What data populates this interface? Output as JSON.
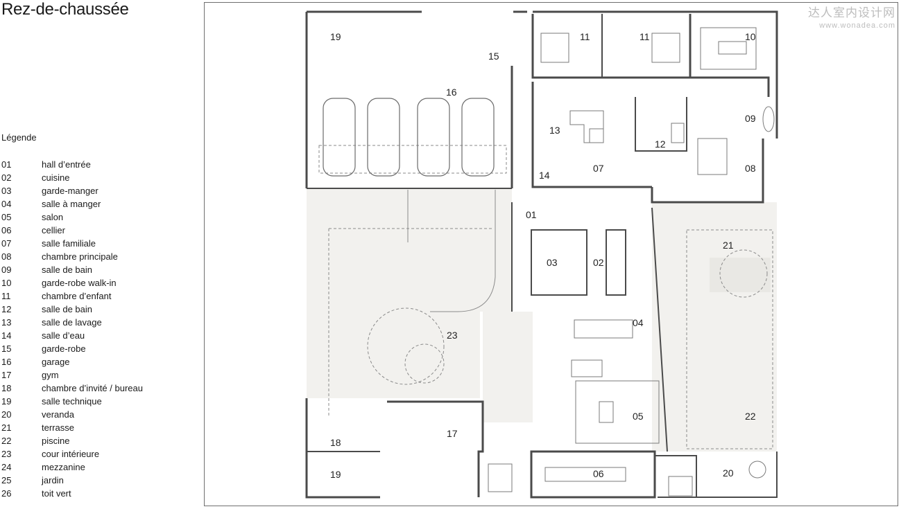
{
  "title": "Rez-de-chaussée",
  "legend_title": "Légende",
  "legend": [
    {
      "num": "01",
      "label": "hall d’entrée"
    },
    {
      "num": "02",
      "label": "cuisine"
    },
    {
      "num": "03",
      "label": "garde-manger"
    },
    {
      "num": "04",
      "label": "salle à manger"
    },
    {
      "num": "05",
      "label": "salon"
    },
    {
      "num": "06",
      "label": "cellier"
    },
    {
      "num": "07",
      "label": "salle familiale"
    },
    {
      "num": "08",
      "label": "chambre principale"
    },
    {
      "num": "09",
      "label": "salle de bain"
    },
    {
      "num": "10",
      "label": "garde-robe walk-in"
    },
    {
      "num": "11",
      "label": "chambre d’enfant"
    },
    {
      "num": "12",
      "label": "salle de bain"
    },
    {
      "num": "13",
      "label": "salle de lavage"
    },
    {
      "num": "14",
      "label": "salle d’eau"
    },
    {
      "num": "15",
      "label": "garde-robe"
    },
    {
      "num": "16",
      "label": "garage"
    },
    {
      "num": "17",
      "label": "gym"
    },
    {
      "num": "18",
      "label": "chambre d’invité / bureau"
    },
    {
      "num": "19",
      "label": "salle technique"
    },
    {
      "num": "20",
      "label": "veranda"
    },
    {
      "num": "21",
      "label": "terrasse"
    },
    {
      "num": "22",
      "label": "piscine"
    },
    {
      "num": "23",
      "label": "cour intérieure"
    },
    {
      "num": "24",
      "label": "mezzanine"
    },
    {
      "num": "25",
      "label": "jardin"
    },
    {
      "num": "26",
      "label": "toit vert"
    }
  ],
  "watermark": {
    "cn": "达人室内设计网",
    "url": "www.wonadea.com"
  },
  "plan_labels": {
    "r19a": "19",
    "r19b": "19",
    "r15": "15",
    "r16": "16",
    "r11a": "11",
    "r11b": "11",
    "r10": "10",
    "r13": "13",
    "r07": "07",
    "r12": "12",
    "r09": "09",
    "r14": "14",
    "r08": "08",
    "r01": "01",
    "r03": "03",
    "r02": "02",
    "r21": "21",
    "r04": "04",
    "r23": "23",
    "r05": "05",
    "r22": "22",
    "r18": "18",
    "r17": "17",
    "r06": "06",
    "r20": "20"
  },
  "colors": {
    "wall": "#4a4a4a",
    "fill": "#f2f1ee",
    "line": "#9a9a9a"
  }
}
